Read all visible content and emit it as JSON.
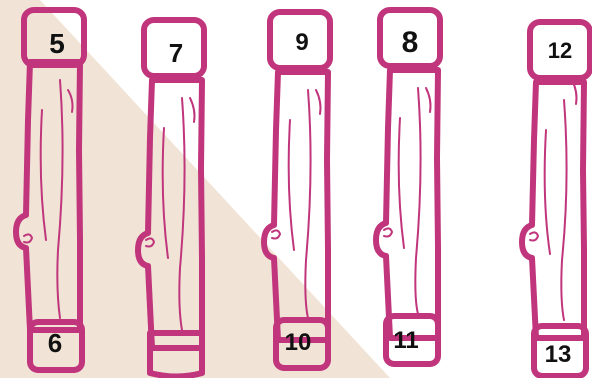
{
  "colors": {
    "stick_outline": "#c0357c",
    "stick_fill": "#ffffff",
    "background_shade": "#f1e4d6",
    "number_text": "#111111"
  },
  "sticks": [
    {
      "top": "5",
      "bottom": "6"
    },
    {
      "top": "7",
      "bottom": ""
    },
    {
      "top": "9",
      "bottom": "10"
    },
    {
      "top": "8",
      "bottom": "11"
    },
    {
      "top": "12",
      "bottom": "13"
    }
  ]
}
